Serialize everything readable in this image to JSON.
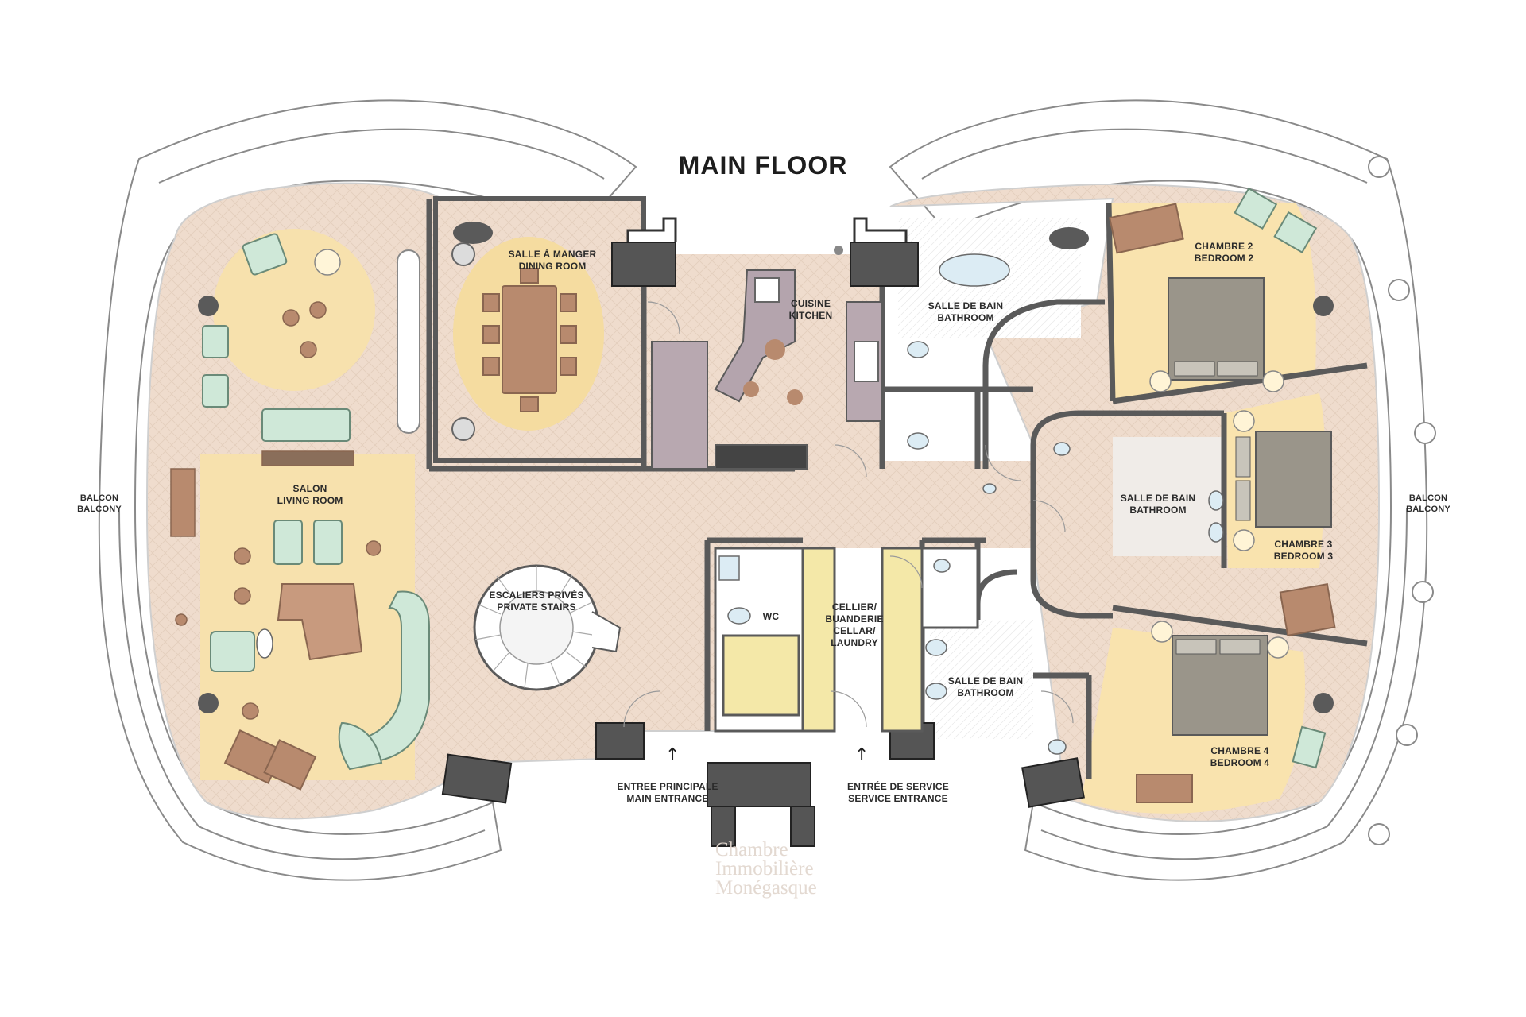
{
  "title": "MAIN FLOOR",
  "rooms": {
    "dining": {
      "line1": "SALLE À MANGER",
      "line2": "DINING ROOM"
    },
    "kitchen": {
      "line1": "CUISINE",
      "line2": "KITCHEN"
    },
    "bath_top": {
      "line1": "SALLE DE BAIN",
      "line2": "BATHROOM"
    },
    "bedroom2": {
      "line1": "CHAMBRE 2",
      "line2": "BEDROOM 2"
    },
    "living": {
      "line1": "SALON",
      "line2": "LIVING ROOM"
    },
    "balcony_left": {
      "line1": "BALCON",
      "line2": "BALCONY"
    },
    "balcony_right": {
      "line1": "BALCON",
      "line2": "BALCONY"
    },
    "bath_mid": {
      "line1": "SALLE DE BAIN",
      "line2": "BATHROOM"
    },
    "bedroom3": {
      "line1": "CHAMBRE 3",
      "line2": "BEDROOM 3"
    },
    "stairs": {
      "line1": "ESCALIERS PRIVÉS",
      "line2": "PRIVATE STAIRS"
    },
    "wc": {
      "line1": "WC"
    },
    "cellar": {
      "line1": "CELLIER/",
      "line2": "BUANDERIE",
      "line3": "CELLAR/",
      "line4": "LAUNDRY"
    },
    "bath_low": {
      "line1": "SALLE DE BAIN",
      "line2": "BATHROOM"
    },
    "bedroom4": {
      "line1": "CHAMBRE 4",
      "line2": "BEDROOM 4"
    },
    "main_entrance": {
      "line1": "ENTREE PRINCIPALE",
      "line2": "MAIN ENTRANCE",
      "arrow": "↑"
    },
    "service_entrance": {
      "line1": "ENTRÉE DE SERVICE",
      "line2": "SERVICE ENTRANCE",
      "arrow": "↑"
    }
  },
  "watermark": {
    "line1": "Chambre",
    "line2": "Immobilière",
    "line3": "Monégasque"
  },
  "colors": {
    "floor": "#efdccd",
    "rug_living": "#f7e1ad",
    "rug_dining": "#f5dca0",
    "bedroom_zone": "#f9e3ae",
    "bath_floor": "#f2f2f2",
    "wall": "#5a5a5a",
    "furniture_green": "#cfe8d8",
    "furniture_wood": "#b88a6e",
    "kitchen_island": "#b4a4ad",
    "bed": "#9a958a"
  }
}
